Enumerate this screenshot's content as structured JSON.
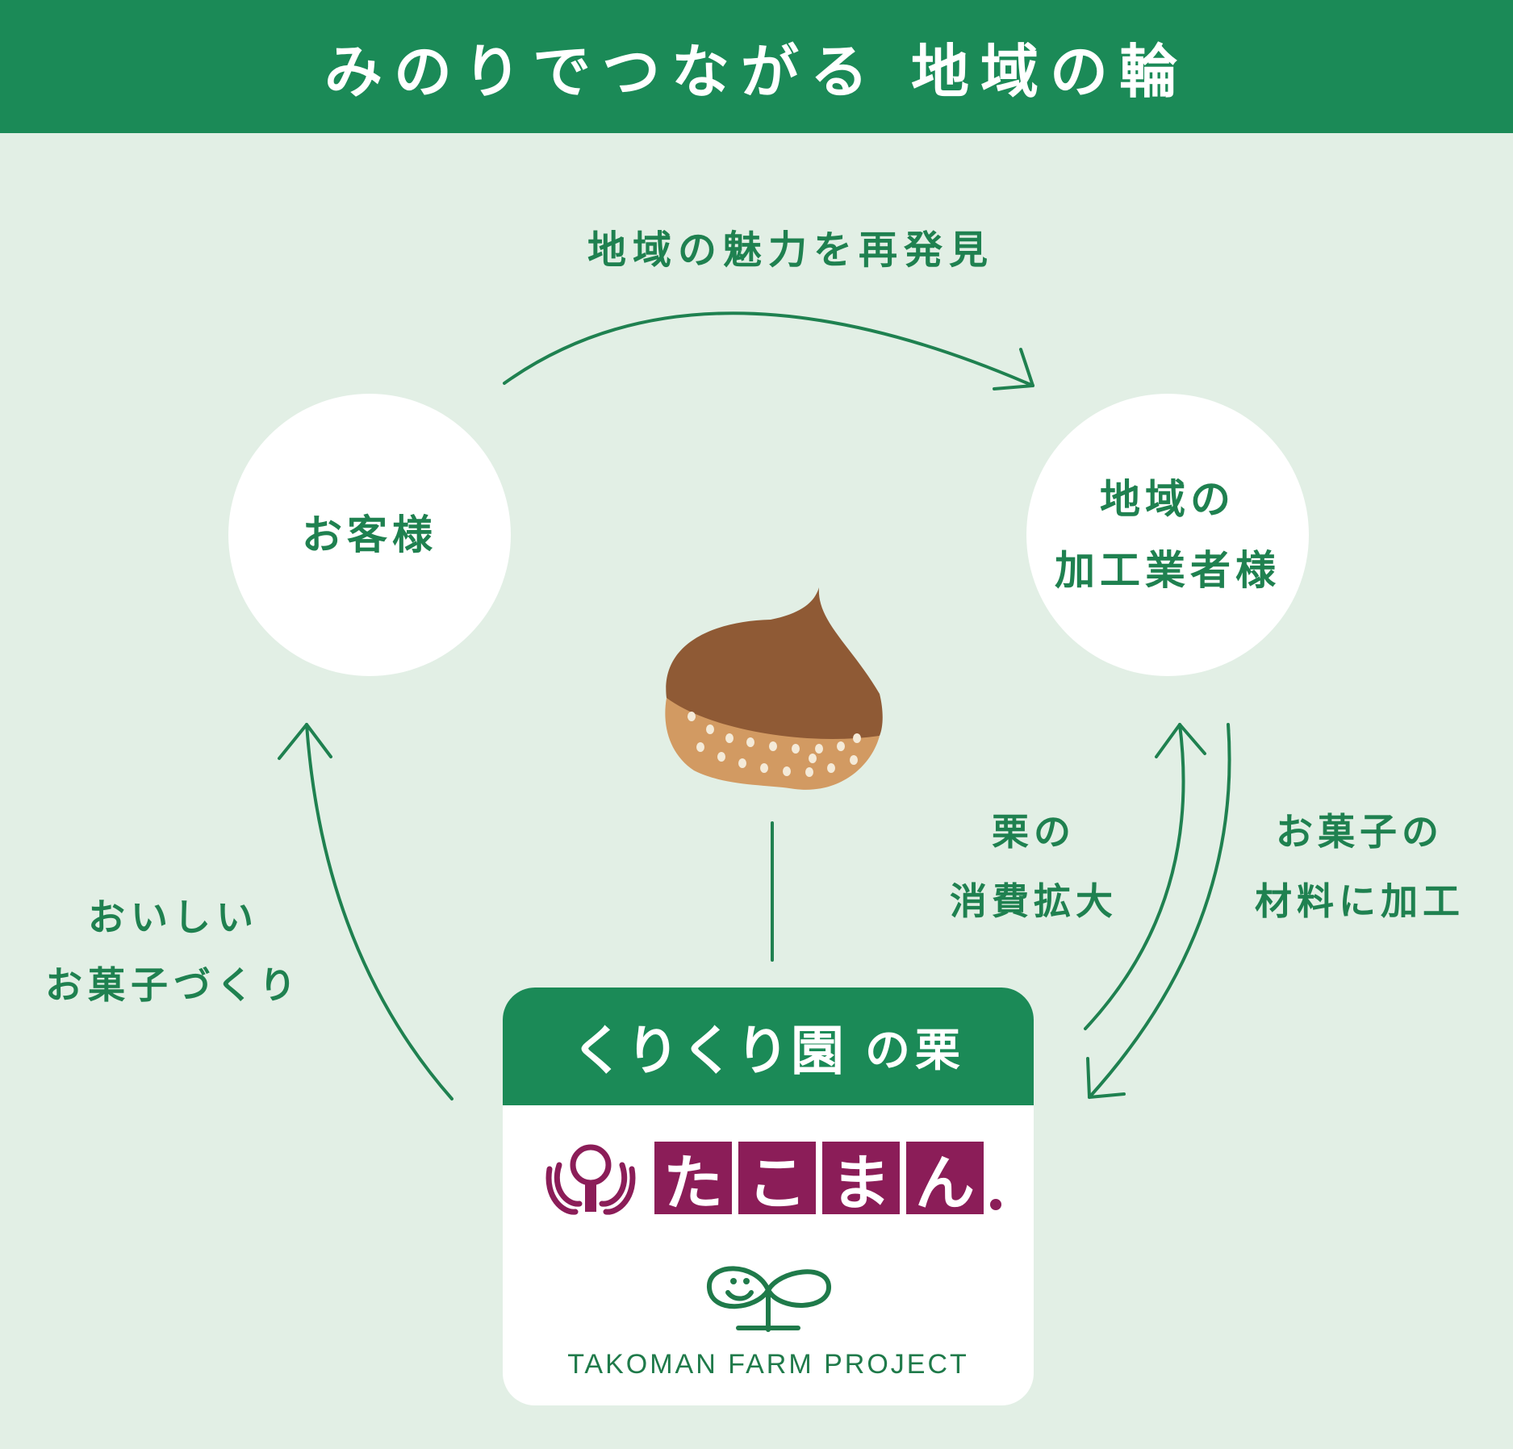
{
  "banner": {
    "title": "みのりでつながる 地域の輪"
  },
  "colors": {
    "green": "#1b8a57",
    "text_green": "#1f8150",
    "background": "#e2efe5",
    "chestnut": "#8f5a35",
    "chestnut_base": "#d29a62",
    "takoman_purple": "#8b1d58"
  },
  "labels": {
    "top_arrow": "地域の魅力を再発見",
    "left_arrow": [
      "おいしい",
      "お菓子づくり"
    ],
    "right_up_arrow": [
      "栗の",
      "消費拡大"
    ],
    "right_down_arrow": [
      "お菓子の",
      "材料に加工"
    ]
  },
  "nodes": {
    "customer": {
      "lines": [
        "お客様"
      ]
    },
    "processor": {
      "lines": [
        "地域の",
        "加工業者様"
      ]
    }
  },
  "card": {
    "header_logo": "くりくり園",
    "header_suffix": "の栗",
    "takoman_chars": [
      "た",
      "こ",
      "ま",
      "ん"
    ],
    "farm_project": "TAKOMAN FARM PROJECT"
  },
  "icons": [
    "chestnut-icon",
    "takoman-mark-icon",
    "farm-project-logo-icon"
  ]
}
